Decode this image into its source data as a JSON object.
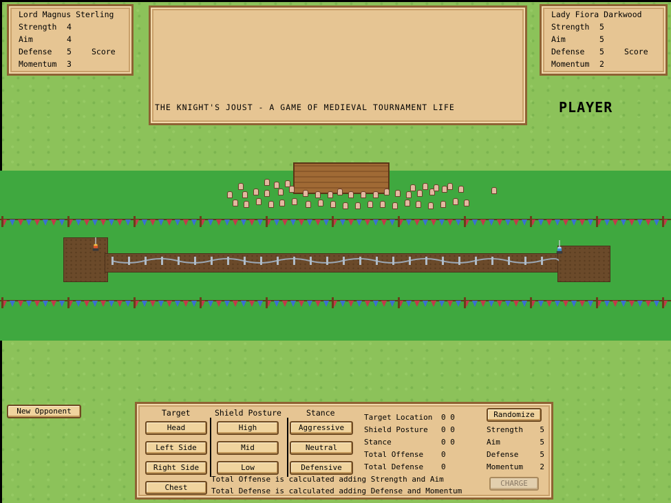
{
  "player_left": {
    "name": "Lord Magnus Sterling",
    "stats": [
      {
        "label": "Strength",
        "value": "4"
      },
      {
        "label": "Aim",
        "value": "4"
      },
      {
        "label": "Defense",
        "value": "5"
      },
      {
        "label": "Momentum",
        "value": "3"
      }
    ],
    "score_label": "Score"
  },
  "player_right": {
    "name": "Lady Fiora Darkwood",
    "stats": [
      {
        "label": "Strength",
        "value": "5"
      },
      {
        "label": "Aim",
        "value": "5"
      },
      {
        "label": "Defense",
        "value": "5"
      },
      {
        "label": "Momentum",
        "value": "2"
      }
    ],
    "score_label": "Score"
  },
  "message": "THE KNIGHT'S JOUST - A GAME OF MEDIEVAL TOURNAMENT LIFE",
  "turn_label": "PLAYER",
  "new_opponent_label": "New Opponent",
  "controls": {
    "target": {
      "header": "Target",
      "options": [
        "Head",
        "Left Side",
        "Right Side",
        "Chest"
      ]
    },
    "shield": {
      "header": "Shield Posture",
      "options": [
        "High",
        "Mid",
        "Low"
      ]
    },
    "stance": {
      "header": "Stance",
      "options": [
        "Aggressive",
        "Neutral",
        "Defensive"
      ]
    },
    "summary": [
      {
        "label": "Target Location",
        "value": "0 0"
      },
      {
        "label": "Shield Posture",
        "value": "0 0"
      },
      {
        "label": "Stance",
        "value": "0 0"
      },
      {
        "label": "Total Offense",
        "value": "0"
      },
      {
        "label": "Total Defense",
        "value": "0"
      }
    ],
    "randomize_label": "Randomize",
    "random_stats": [
      {
        "label": "Strength",
        "value": "5"
      },
      {
        "label": "Aim",
        "value": "5"
      },
      {
        "label": "Defense",
        "value": "5"
      },
      {
        "label": "Momentum",
        "value": "2"
      }
    ],
    "charge_label": "CHARGE",
    "notes": [
      "Total Offense is calculated adding Strength and Aim",
      "Total Defense is calculated adding Defense and Momentum"
    ]
  },
  "colors": {
    "grass": "#8cc25a",
    "arena": "#3fa83f",
    "parchment": "#e6c593",
    "dirt": "#6b4a2a",
    "left_knight": "#d9542b",
    "right_knight": "#3b8fd1"
  }
}
